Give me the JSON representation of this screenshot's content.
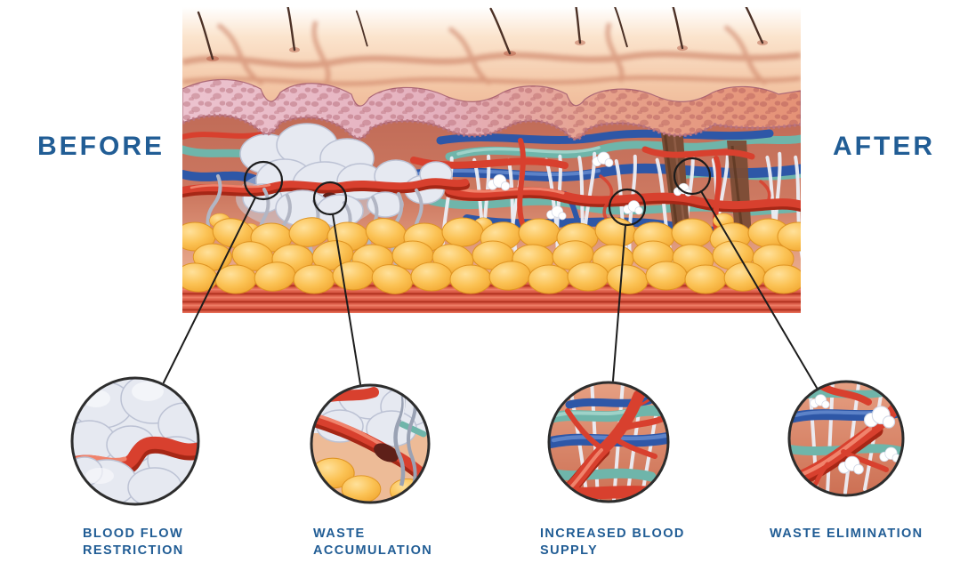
{
  "comparison": {
    "before_label": "BEFORE",
    "after_label": "AFTER"
  },
  "callouts": [
    {
      "id": "blood-flow-restriction",
      "label_line1": "BLOOD FLOW",
      "label_line2": "RESTRICTION"
    },
    {
      "id": "waste-accumulation",
      "label_line1": "WASTE",
      "label_line2": "ACCUMULATION"
    },
    {
      "id": "increased-blood-supply",
      "label_line1": "INCREASED BLOOD",
      "label_line2": "SUPPLY"
    },
    {
      "id": "waste-elimination",
      "label_line1": "WASTE ELIMINATION",
      "label_line2": ""
    }
  ],
  "colors": {
    "label_text": "#215d95",
    "artery_red": "#d8402e",
    "artery_dark": "#a62716",
    "artery_hi": "#f0836c",
    "vein_blue": "#2e57a7",
    "vein_hi": "#5c82c8",
    "lymph_teal": "#6fb5aa",
    "lymph_hi": "#9ed2c8",
    "fat_edge": "#df9422",
    "fiber_white": "#edeff6",
    "fiber_gray": "#b2b6c4",
    "nodule_fill": "#e6e9f1",
    "nodule_edge": "#bcc2d4",
    "annotation_line": "#1c1c1c"
  }
}
